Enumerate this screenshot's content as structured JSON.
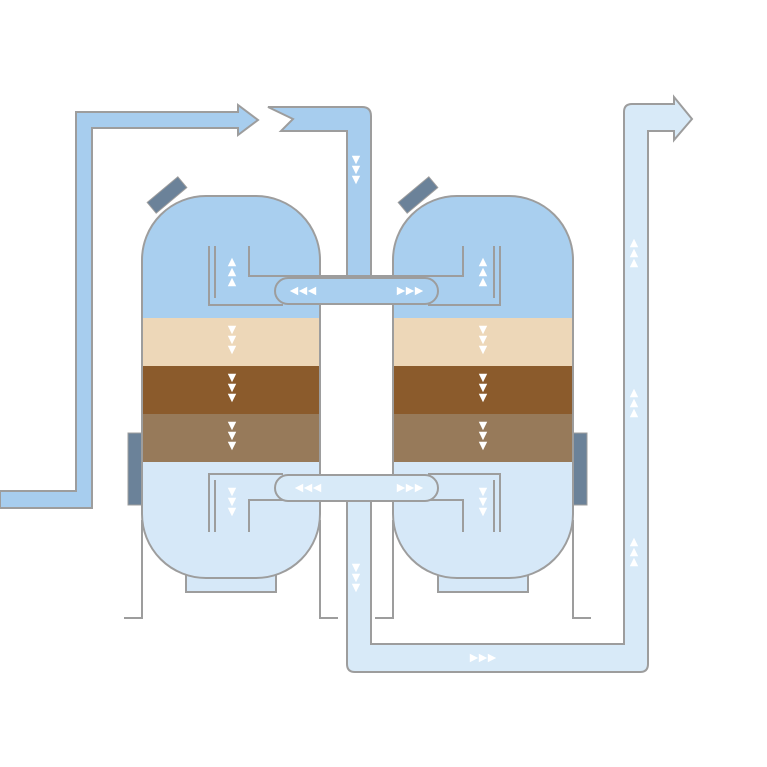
{
  "diagram": {
    "kind": "twin-vessel filtration flow schematic",
    "vessel_count": 2,
    "media_layers": [
      {
        "name": "upper-media-layer",
        "color": "#edd7b8"
      },
      {
        "name": "middle-media-layer",
        "color": "#8b5b2c"
      },
      {
        "name": "lower-media-layer",
        "color": "#977a5a"
      }
    ],
    "colors": {
      "background": "#ffffff",
      "pipe_inlet": "#a7cdee",
      "pipe_outlet": "#d8eaf8",
      "vessel_top_water": "#a9cfef",
      "vessel_bottom_water": "#d6e8f8",
      "outline": "#9d9d9d",
      "flow_arrow": "#ffffff"
    },
    "flow_glyph": "▲"
  }
}
